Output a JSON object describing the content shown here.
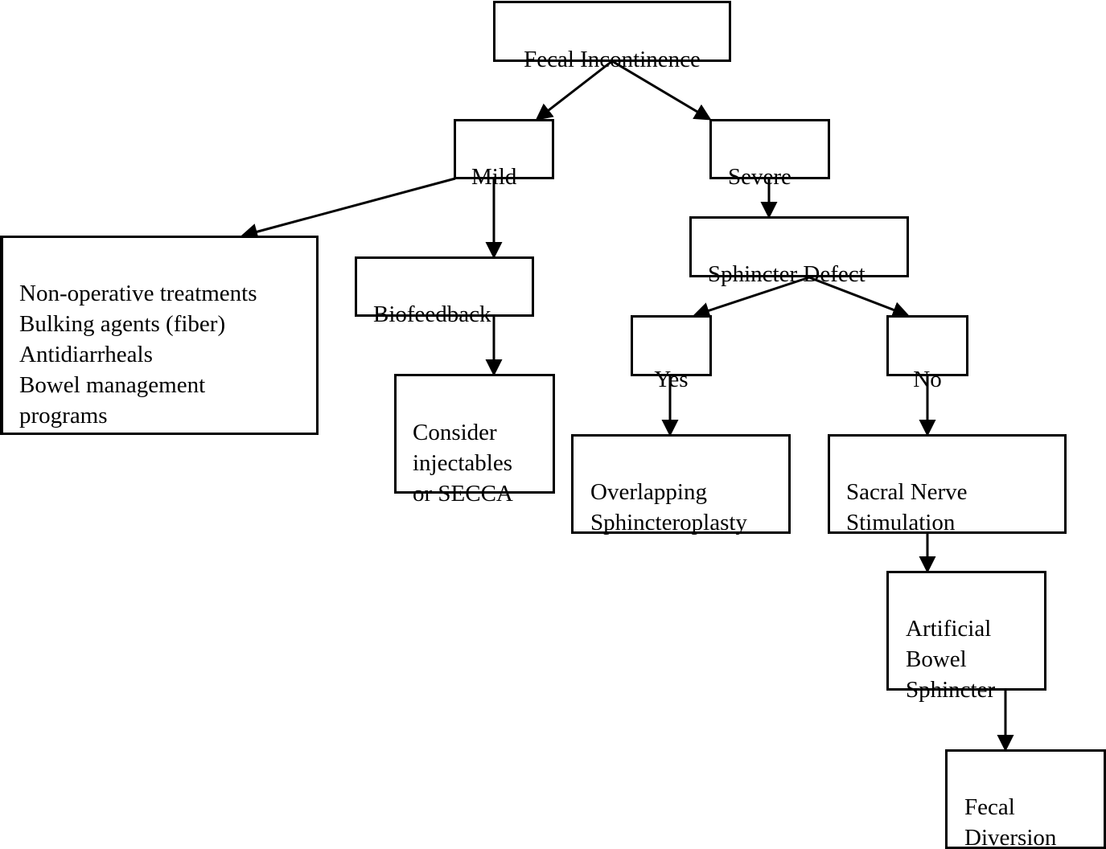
{
  "nodes": {
    "fecal_incontinence": "Fecal Incontinence",
    "mild": "Mild",
    "severe": "Severe",
    "non_operative": "Non-operative treatments\nBulking agents (fiber)\nAntidiarrheals\nBowel management\nprograms",
    "biofeedback": "Biofeedback",
    "consider_injectables": "Consider\ninjectables\nor SECCA",
    "sphincter_defect": "Sphincter Defect",
    "yes": "Yes",
    "no": "No",
    "overlapping_sphincteroplasty": "Overlapping\nSphincteroplasty",
    "sacral_nerve_stimulation": "Sacral Nerve\nStimulation",
    "artificial_bowel_sphincter": "Artificial\nBowel\nSphincter",
    "fecal_diversion": "Fecal\nDiversion"
  },
  "edges": [
    {
      "from": "Fecal Incontinence",
      "to": "Mild"
    },
    {
      "from": "Fecal Incontinence",
      "to": "Severe"
    },
    {
      "from": "Mild",
      "to": "Non-operative treatments"
    },
    {
      "from": "Mild",
      "to": "Biofeedback"
    },
    {
      "from": "Biofeedback",
      "to": "Consider injectables or SECCA"
    },
    {
      "from": "Severe",
      "to": "Sphincter Defect"
    },
    {
      "from": "Sphincter Defect",
      "to": "Yes"
    },
    {
      "from": "Sphincter Defect",
      "to": "No"
    },
    {
      "from": "Yes",
      "to": "Overlapping Sphincteroplasty"
    },
    {
      "from": "No",
      "to": "Sacral Nerve Stimulation"
    },
    {
      "from": "Sacral Nerve Stimulation",
      "to": "Artificial Bowel Sphincter"
    },
    {
      "from": "Artificial Bowel Sphincter",
      "to": "Fecal Diversion"
    }
  ]
}
